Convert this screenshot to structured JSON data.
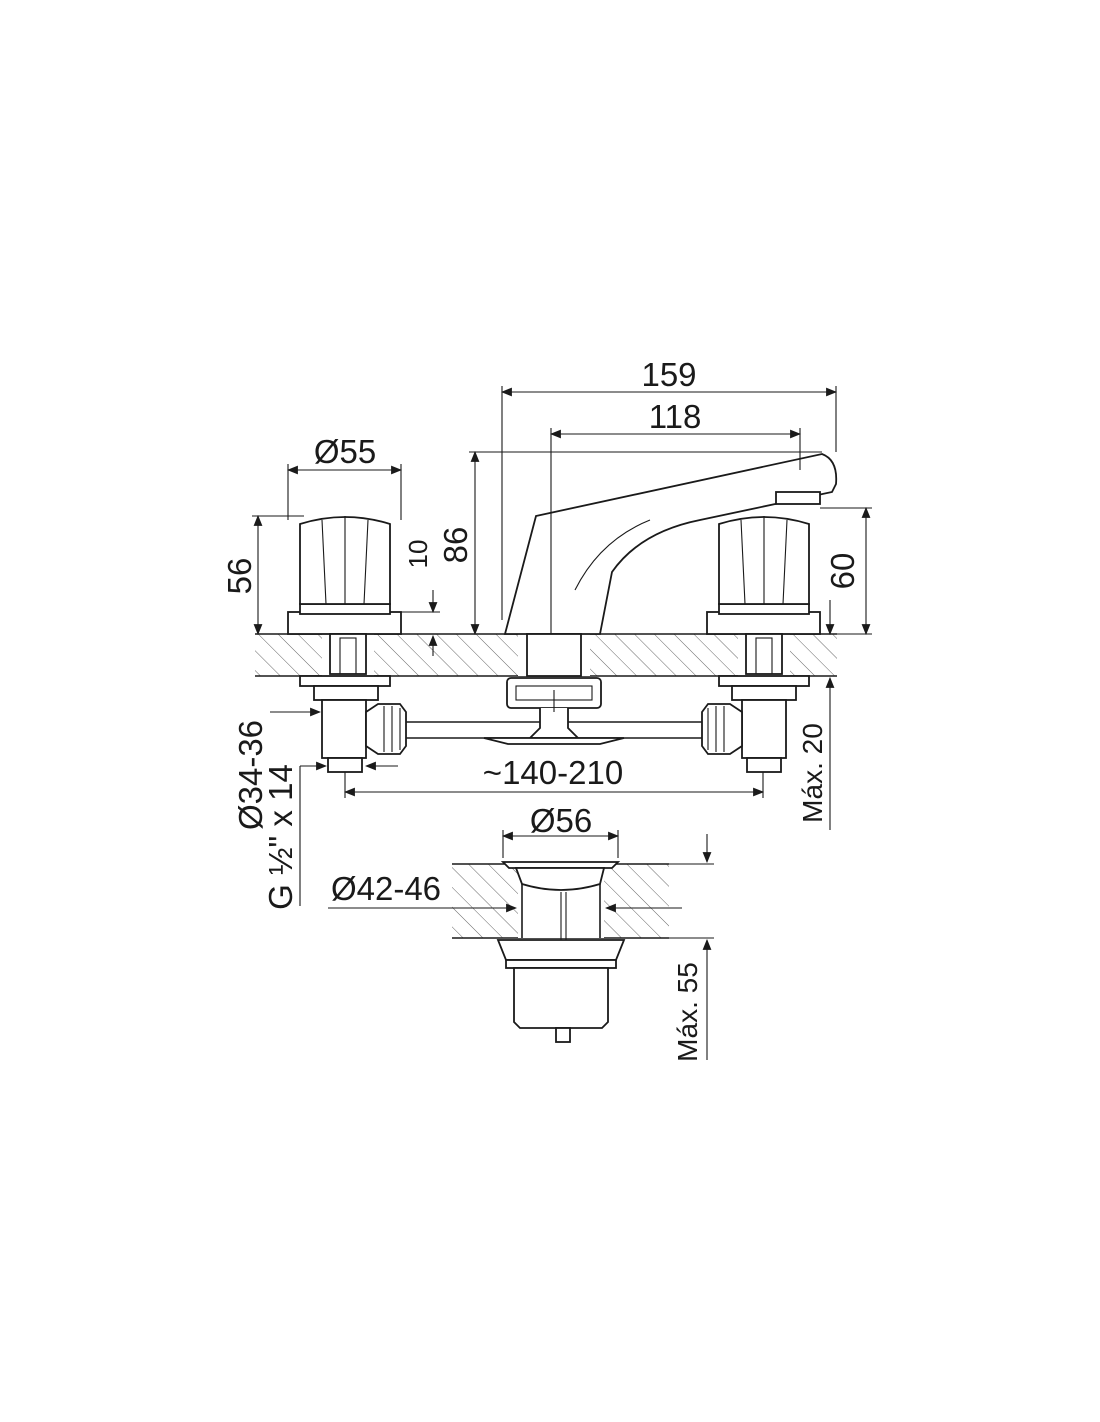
{
  "dimensions": {
    "overall_length": "159",
    "spout_reach": "118",
    "handle_diameter": "Ø55",
    "handle_height": "56",
    "handle_base_height": "10",
    "spout_height": "86",
    "handle_right_height": "60",
    "center_distance": "~140-210",
    "connection_diameter": "Ø34-36",
    "thread_spec": "G ½\" x 14",
    "max_deck_thickness": "Máx. 20",
    "drain_diameter": "Ø56",
    "drain_hole_diameter": "Ø42-46",
    "max_drain_thickness": "Máx. 55"
  },
  "colors": {
    "line": "#1a1a1a",
    "hatch": "#555555",
    "background": "#ffffff"
  }
}
